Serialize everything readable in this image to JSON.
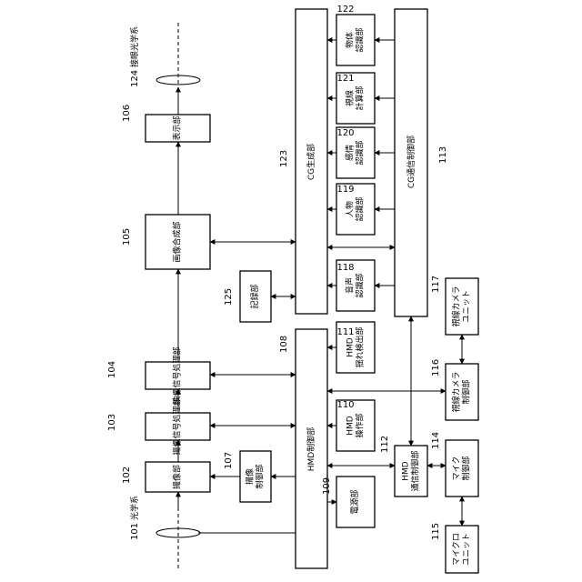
{
  "lenses": {
    "top": {
      "num": "124",
      "label": "接眼光学系"
    },
    "bottom": {
      "num": "101",
      "label": "光学系"
    }
  },
  "blocks": {
    "b106": {
      "num": "106",
      "lines": [
        "表",
        "示",
        "部"
      ]
    },
    "b105": {
      "num": "105",
      "lines": [
        "画",
        "像",
        "合",
        "成",
        "部"
      ]
    },
    "b104": {
      "num": "104",
      "lines": [
        "映",
        "像",
        "信",
        "号",
        "処",
        "理",
        "部"
      ]
    },
    "b103": {
      "num": "103",
      "lines": [
        "撮",
        "像",
        "信",
        "号",
        "処",
        "理",
        "部"
      ]
    },
    "b102": {
      "num": "102",
      "lines": [
        "撮",
        "像",
        "部"
      ]
    },
    "b107": {
      "num": "107",
      "lines": [
        "撮像",
        "制御部"
      ]
    },
    "b125": {
      "num": "125",
      "lines": [
        "記録部"
      ]
    },
    "b108": {
      "num": "108",
      "label": "HMD制御部"
    },
    "b123": {
      "num": "123",
      "label": "CG生成部"
    },
    "b113": {
      "num": "113",
      "label": "CG通信制御部"
    },
    "b122": {
      "num": "122",
      "lines": [
        "物体",
        "認識部"
      ]
    },
    "b121": {
      "num": "121",
      "lines": [
        "視線",
        "計算部"
      ]
    },
    "b120": {
      "num": "120",
      "lines": [
        "感情",
        "認識部"
      ]
    },
    "b119": {
      "num": "119",
      "lines": [
        "人物",
        "認識部"
      ]
    },
    "b118": {
      "num": "118",
      "lines": [
        "音声",
        "認識部"
      ]
    },
    "b111": {
      "num": "111",
      "lines": [
        "HMD",
        "揺れ検出部"
      ]
    },
    "b110": {
      "num": "110",
      "lines": [
        "HMD",
        "操作部"
      ]
    },
    "b109": {
      "num": "109",
      "lines": [
        "電源部"
      ]
    },
    "b112": {
      "num": "112",
      "lines": [
        "HMD",
        "通信制御部"
      ]
    },
    "b114": {
      "num": "114",
      "lines": [
        "マイク",
        "制御部"
      ]
    },
    "b115": {
      "num": "115",
      "lines": [
        "マイクロ",
        "ユニット"
      ]
    },
    "b116": {
      "num": "116",
      "lines": [
        "視線カメラ",
        "制御部"
      ]
    },
    "b117": {
      "num": "117",
      "lines": [
        "視線カメラ",
        "ユニット"
      ]
    }
  }
}
